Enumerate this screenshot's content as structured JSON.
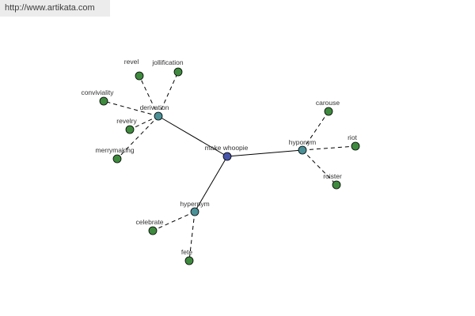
{
  "banner": {
    "url_text": "http://www.artikata.com"
  },
  "colors": {
    "center_node": "#4655a8",
    "relation_node": "#4a9096",
    "leaf_node": "#3e8a3e",
    "edge": "#000000"
  },
  "graph": {
    "center": {
      "id": "center",
      "label": "make whoopie"
    },
    "relations": [
      {
        "id": "derivation",
        "label": "derivation",
        "leaves": [
          "revel",
          "jollification",
          "conviviality",
          "revelry",
          "merrymaking"
        ]
      },
      {
        "id": "hyponym",
        "label": "hyponym",
        "leaves": [
          "carouse",
          "riot",
          "roister"
        ]
      },
      {
        "id": "hypernym",
        "label": "hypernym",
        "leaves": [
          "celebrate",
          "fete"
        ]
      }
    ]
  }
}
